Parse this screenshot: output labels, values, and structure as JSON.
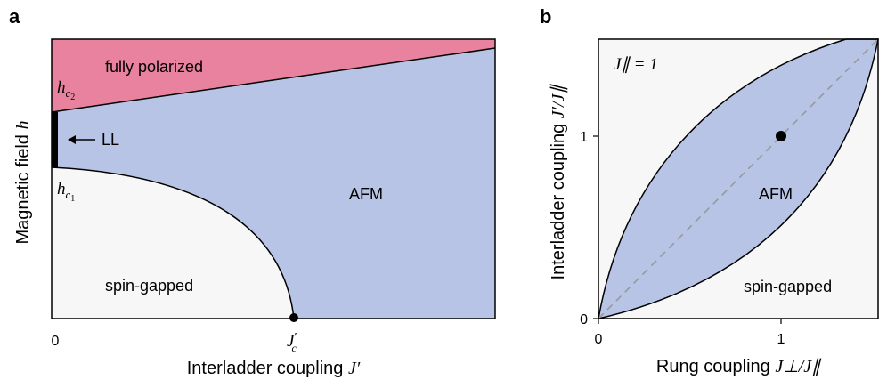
{
  "panel_a": {
    "letter": "a",
    "x_axis": {
      "label_text": "Interladder coupling ",
      "label_symbol": "J′",
      "tick_zero": "0",
      "tick_jc_base": "J",
      "tick_jc_prime": "′",
      "tick_jc_sub": "c"
    },
    "y_axis": {
      "label_text": "Magnetic field ",
      "label_symbol": "h"
    },
    "labels": {
      "fully_polarized": "fully polarized",
      "afm": "AFM",
      "spin_gapped": "spin-gapped",
      "ll": "LL",
      "hc2_base": "h",
      "hc2_c": "c",
      "hc2_sub": "2",
      "hc1_base": "h",
      "hc1_c": "c",
      "hc1_sub": "1"
    },
    "colors": {
      "fully_polarized": "#e8829f",
      "afm": "#b7c4e6",
      "spin_gapped": "#f7f7f7",
      "ll": "#000000"
    }
  },
  "panel_b": {
    "letter": "b",
    "x_axis": {
      "label_text": "Rung coupling ",
      "label_symbol": "J⊥/J∥",
      "ticks": [
        "0",
        "1"
      ]
    },
    "y_axis": {
      "label_text": "Interladder coupling ",
      "label_symbol": "J′/J∥",
      "ticks": [
        "0",
        "1"
      ]
    },
    "labels": {
      "afm": "AFM",
      "spin_gapped": "spin-gapped",
      "parameter": "J∥ = 1"
    },
    "colors": {
      "afm": "#b7c4e6",
      "spin_gapped": "#f7f7f7"
    }
  }
}
